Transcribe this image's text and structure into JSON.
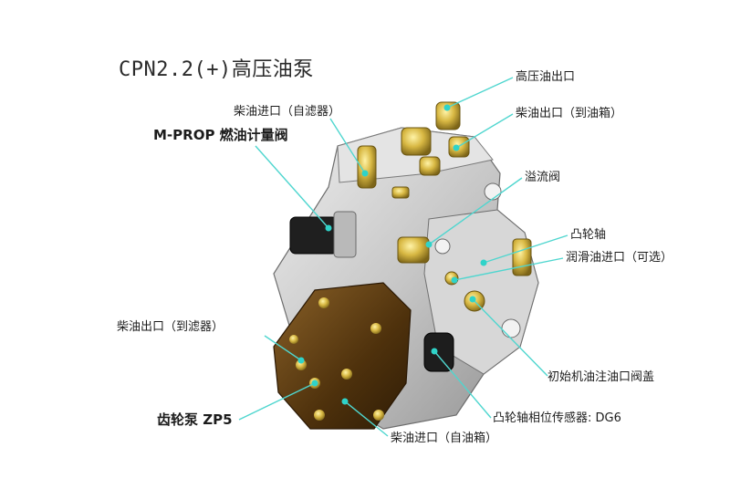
{
  "title": "CPN2.2(+)高压油泵",
  "labels": {
    "hp_outlet": "高压油出口",
    "diesel_in_filter": "柴油进口（自滤器）",
    "diesel_out_tank": "柴油出口（到油箱）",
    "mprop": "M-PROP 燃油计量阀",
    "overflow_valve": "溢流阀",
    "camshaft": "凸轮轴",
    "lube_inlet": "润滑油进口（可选）",
    "diesel_out_filter": "柴油出口（到滤器）",
    "initial_oil_cap": "初始机油注油口阀盖",
    "gear_pump": "齿轮泵 ZP5",
    "cam_sensor": "凸轮轴相位传感器: DG6",
    "diesel_in_tank": "柴油进口（自油箱）"
  },
  "colors": {
    "callout": "#4fd6cf",
    "pump_body": "#c9c9c9",
    "gear_pump_housing": "#5a3a12",
    "brass_fittings": "#c9a83a"
  }
}
